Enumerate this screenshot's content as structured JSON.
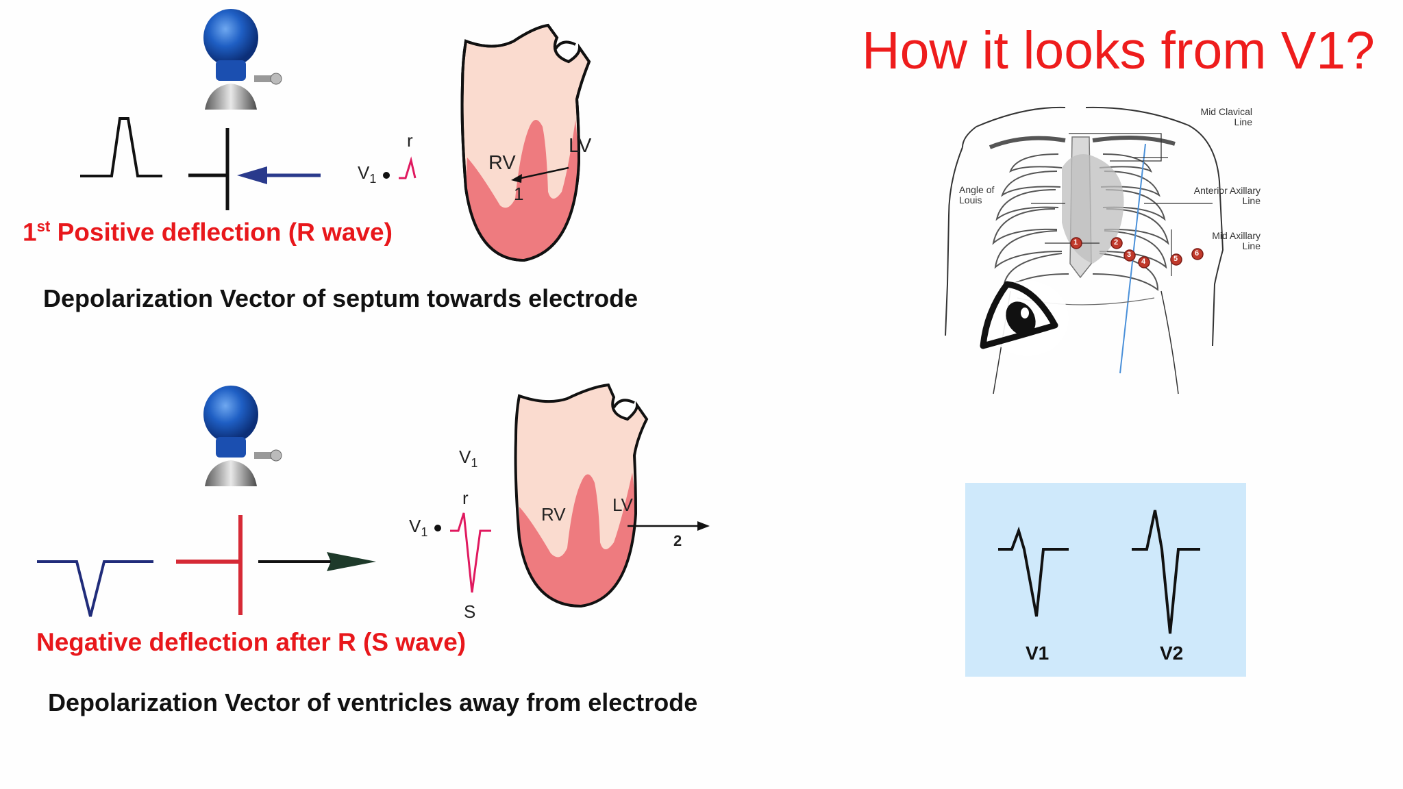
{
  "title": "How it looks from V1?",
  "panel1": {
    "caption_num": "1",
    "caption_sup": "st",
    "caption_rest": " Positive deflection (R wave)",
    "description": "Depolarization Vector of septum  towards electrode",
    "lead": "V",
    "lead_sub": "1",
    "wave_label": "r",
    "rv": "RV",
    "lv": "LV",
    "vector_number": "1"
  },
  "panel2": {
    "caption": "Negative deflection after R (S wave)",
    "description": "Depolarization Vector of ventricles away from electrode",
    "lead": "V",
    "lead_sub": "1",
    "wave_r": "r",
    "wave_s": "S",
    "rv": "RV",
    "lv": "LV",
    "vector_number": "2"
  },
  "chest": {
    "mid_clavical": "Mid Clavical",
    "mid_clavical_2": "Line",
    "anterior_axillary": "Anterior Axillary",
    "anterior_axillary_2": "Line",
    "mid_axillary": "Mid Axillary",
    "mid_axillary_2": "Line",
    "angle_of_louis": "Angle of",
    "angle_of_louis_2": "Louis",
    "electrodes": [
      "1",
      "2",
      "3",
      "4",
      "5",
      "6"
    ]
  },
  "ecg_box": {
    "lead1": "V1",
    "lead2": "V2",
    "background": "#cfe9fb"
  },
  "colors": {
    "red_text": "#e8171b",
    "heart_light": "#fadbcf",
    "heart_dark": "#ee7b7f",
    "arrow_blue": "#2a3a8c",
    "wave_navy": "#202c7a",
    "wave_red": "#d62a36",
    "wave_magenta": "#e0195f"
  }
}
